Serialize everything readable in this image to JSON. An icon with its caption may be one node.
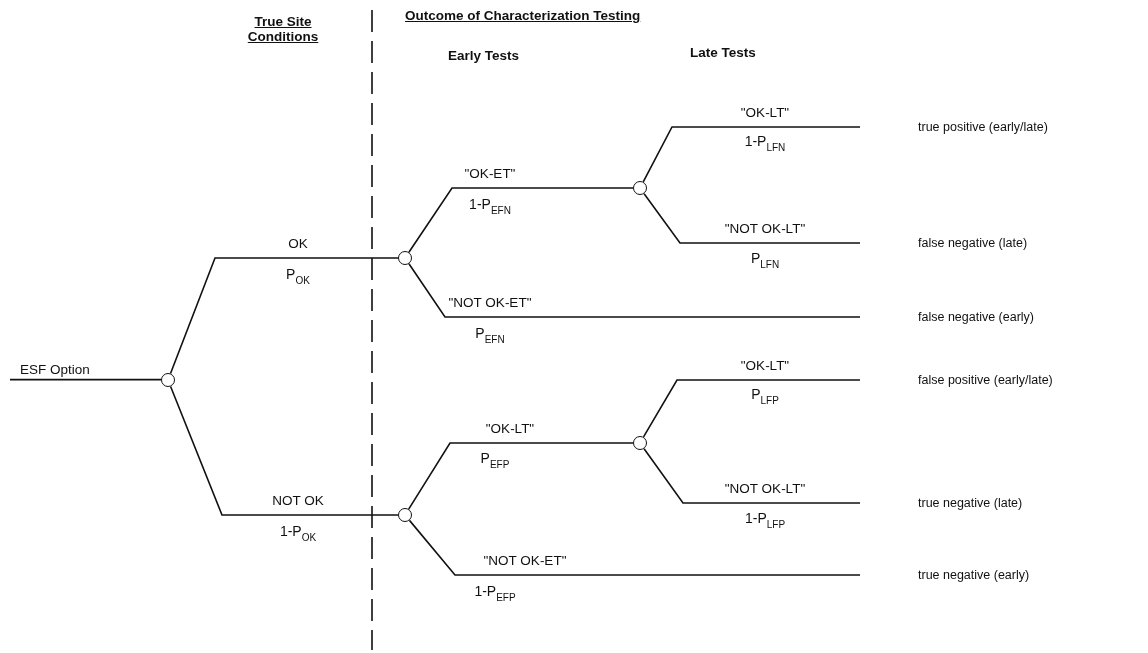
{
  "diagram": {
    "nodes": [
      {
        "text": [
          "ESF Option"
        ]
      },
      {
        "text": [],
        "shape": "circle"
      },
      {
        "text": [],
        "shape": "circle"
      },
      {
        "text": [],
        "shape": "circle"
      },
      {
        "text": [
          "true positive (early/late)"
        ]
      },
      {
        "text": [
          "false negative (late)"
        ]
      },
      {
        "text": [
          "false negative (early)"
        ]
      },
      {
        "text": [],
        "shape": "circle"
      },
      {
        "text": [],
        "shape": "circle"
      },
      {
        "text": [
          "false positive (early/late)"
        ]
      },
      {
        "text": [
          "true negative (late)"
        ]
      },
      {
        "text": [
          "true negative (early)"
        ]
      }
    ],
    "edges": [
      {
        "from": 0,
        "to": 1,
        "arrow": "none"
      },
      {
        "from": 1,
        "to": 2,
        "arrow": "none",
        "label": "OK"
      },
      {
        "from": 1,
        "to": 7,
        "arrow": "none",
        "label": "NOT OK"
      },
      {
        "from": 2,
        "to": 3,
        "arrow": "none",
        "label": "\"OK-ET\""
      },
      {
        "from": 2,
        "to": 6,
        "arrow": "none",
        "label": "\"NOT OK-ET\""
      },
      {
        "from": 3,
        "to": 4,
        "arrow": "none",
        "label": "\"OK-LT\""
      },
      {
        "from": 3,
        "to": 5,
        "arrow": "none",
        "label": "\"NOT OK-LT\""
      },
      {
        "from": 7,
        "to": 8,
        "arrow": "none",
        "label": "\"OK-LT\""
      },
      {
        "from": 7,
        "to": 11,
        "arrow": "none",
        "label": "\"NOT OK-ET\""
      },
      {
        "from": 8,
        "to": 9,
        "arrow": "none",
        "label": "\"OK-LT\""
      },
      {
        "from": 8,
        "to": 10,
        "arrow": "none",
        "label": "\"NOT OK-LT\""
      }
    ],
    "labels": [
      "True Site Conditions",
      "Outcome of Characterization Testing",
      "Early Tests",
      "Late Tests",
      "1-P$_{LFN}$",
      "1-P$_{EFN}$",
      "P$_{LFN}$",
      "P$_{OK}$",
      "P$_{EFN}$",
      "P$_{LFP}$",
      "P$_{EFP}$",
      "1-P$_{LFP}$",
      "1-P$_{OK}$",
      "1-P$_{EFP}$"
    ]
  }
}
